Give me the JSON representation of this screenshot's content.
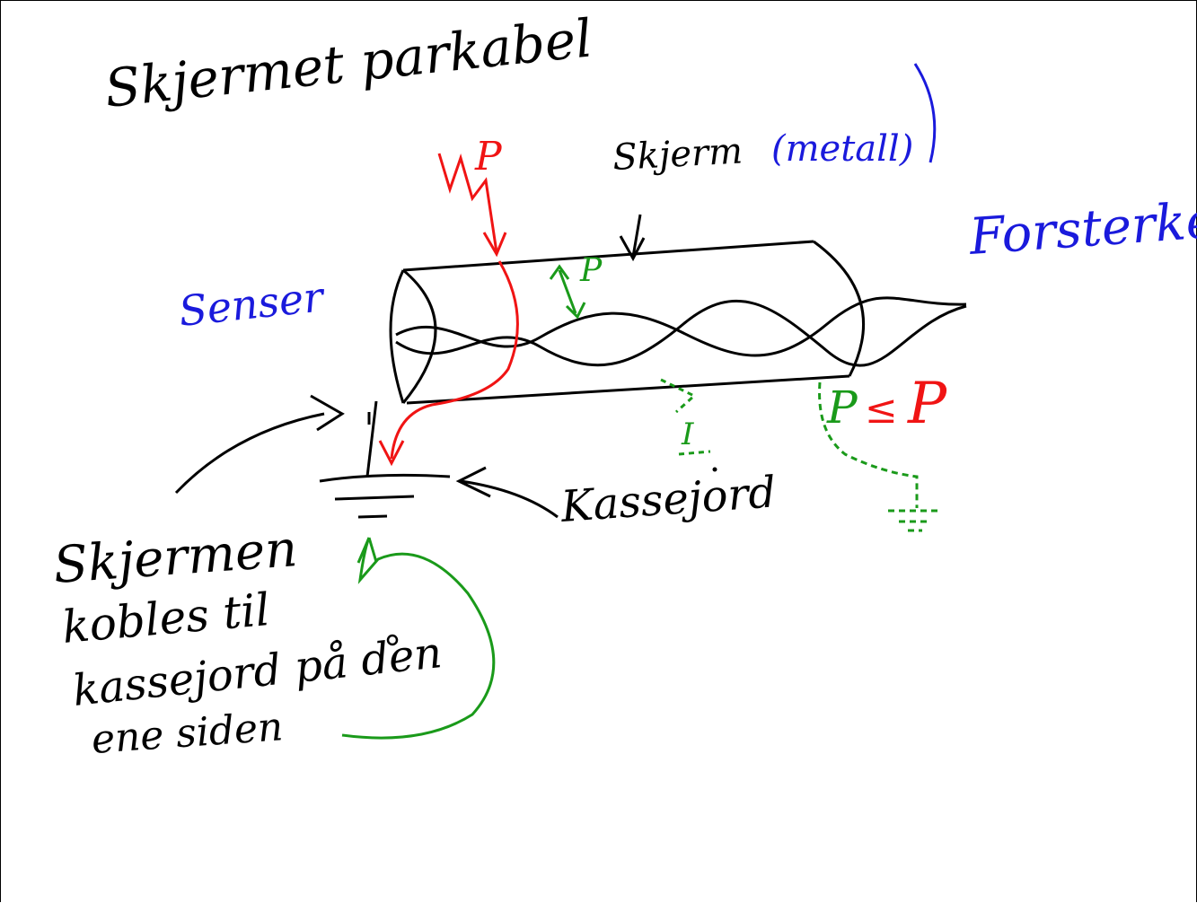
{
  "title": "Skjermet parkabel",
  "labels": {
    "shield": "Skjerm",
    "shield_material": "(metall)",
    "sensor": "Senser",
    "amplifier": "Forsterker",
    "case_ground": "Kassejord",
    "power_in": "P",
    "power_inside": "P",
    "power_relation_left": "P",
    "power_relation_symbol": "≤",
    "power_relation_right": "P",
    "current": "I"
  },
  "note": {
    "line1": "Skjermen",
    "line2": "kobles til",
    "line3": "kassejord på den",
    "line4": "ene siden"
  },
  "colors": {
    "ink": "#000000",
    "blue": "#1a1adc",
    "red": "#f01414",
    "green": "#1a9a1a"
  }
}
